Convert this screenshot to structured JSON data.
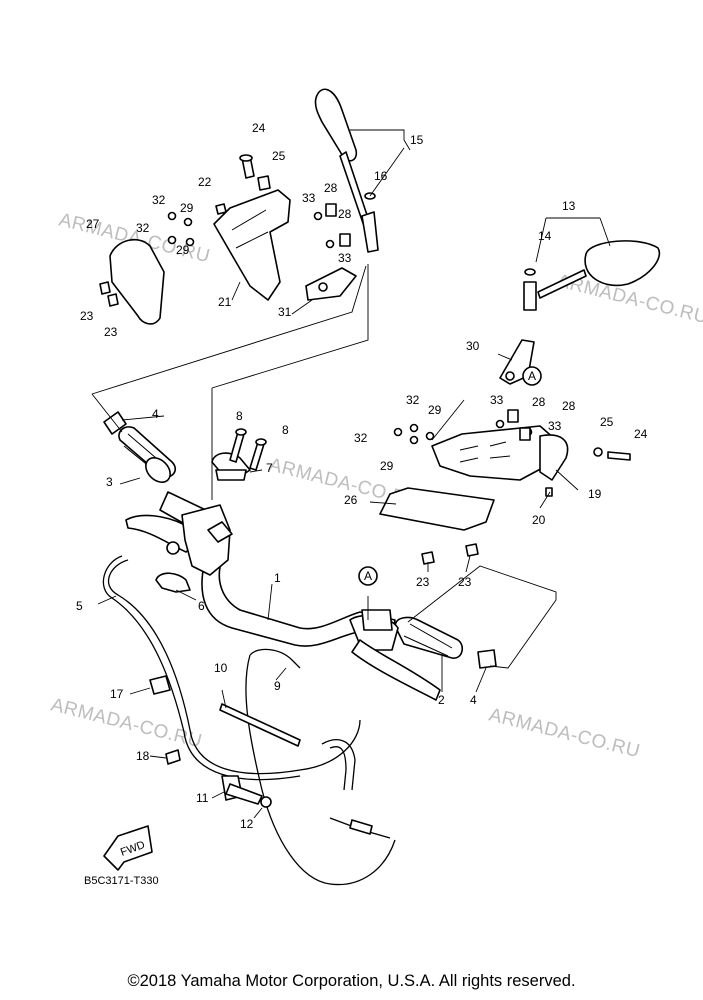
{
  "diagram": {
    "drawing_code": "B5C3171-T330",
    "fwd_label": "FWD",
    "ref_marker": "A",
    "watermark": "ARMADA-CO.RU",
    "copyright": "©2018 Yamaha Motor Corporation, U.S.A. All rights reserved.",
    "callouts": [
      "1",
      "2",
      "3",
      "4",
      "4",
      "5",
      "6",
      "7",
      "8",
      "8",
      "9",
      "10",
      "11",
      "12",
      "13",
      "14",
      "15",
      "16",
      "17",
      "18",
      "19",
      "20",
      "21",
      "22",
      "23",
      "23",
      "23",
      "23",
      "24",
      "24",
      "25",
      "25",
      "26",
      "27",
      "28",
      "28",
      "28",
      "28",
      "29",
      "29",
      "29",
      "29",
      "30",
      "31",
      "32",
      "32",
      "32",
      "32",
      "33",
      "33",
      "33",
      "33"
    ]
  }
}
